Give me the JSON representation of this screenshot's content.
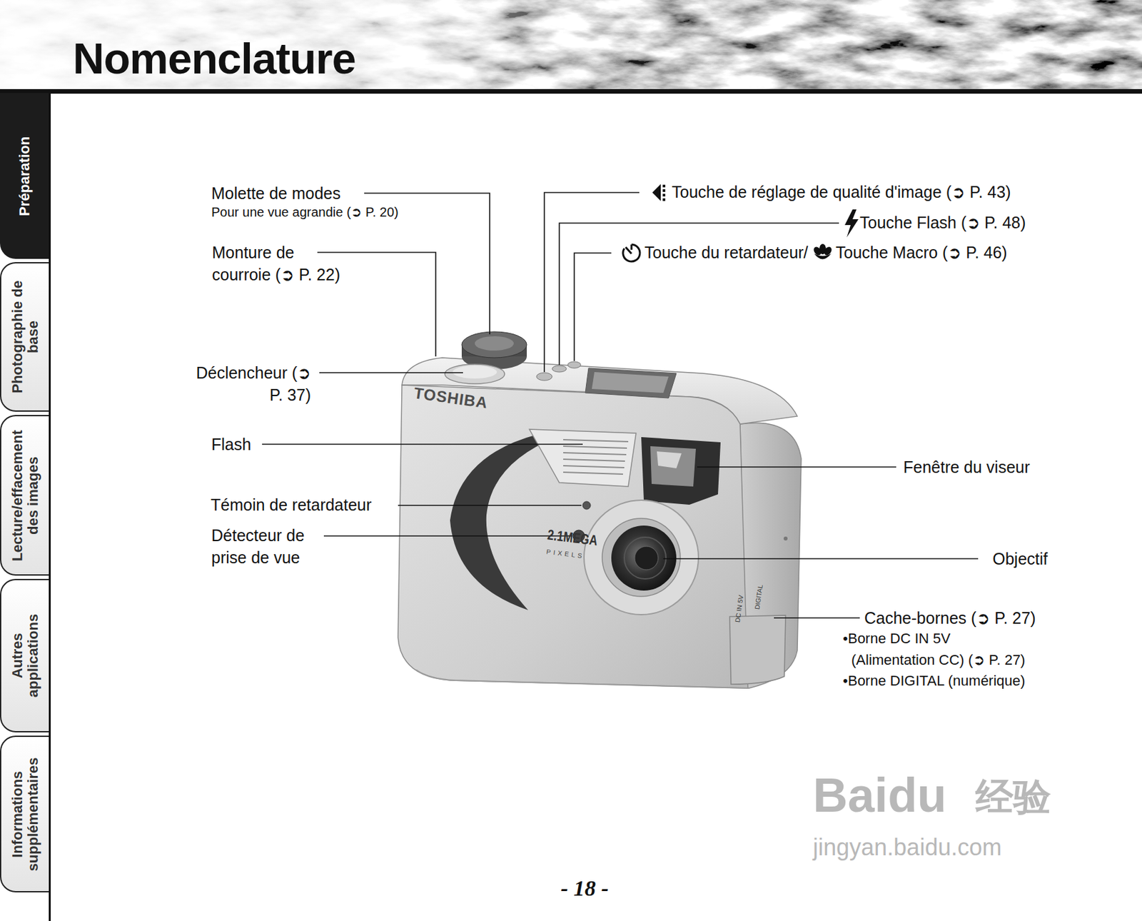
{
  "diagram": {
    "title": "Nomenclature",
    "nodes": [
      {
        "text": [
          "Préparation"
        ]
      },
      {
        "text": [
          "Photographie de base"
        ]
      },
      {
        "text": [
          "Lecture/effacement des images"
        ]
      },
      {
        "text": [
          "Autres applications"
        ]
      },
      {
        "text": [
          "Informations supplémentaires"
        ]
      }
    ],
    "labels": [
      "Molette de modes",
      "Pour une vue agrandie (➲ P. 20)",
      "Monture de courroie (➲ P. 22)",
      "Déclencheur (➲ P. 37)",
      "Flash",
      "Témoin de retardateur",
      "Détecteur de prise de vue",
      "Touche de réglage de qualité d'image (➲ P. 43)",
      "Touche Flash (➲ P. 48)",
      "Touche du retardateur/",
      "Touche Macro (➲ P. 46)",
      "Fenêtre du viseur",
      "Objectif",
      "Cache-bornes (➲ P. 27)",
      "•Borne DC IN 5V",
      "(Alimentation CC) (➲ P. 27)",
      "•Borne DIGITAL (numérique)",
      "TOSHIBA",
      "2.1MEGA",
      "PIXELS",
      "DC IN 5V",
      "DIGITAL",
      "- 18 -",
      "Baidu",
      "经验",
      "jingyan.baidu.com"
    ]
  }
}
